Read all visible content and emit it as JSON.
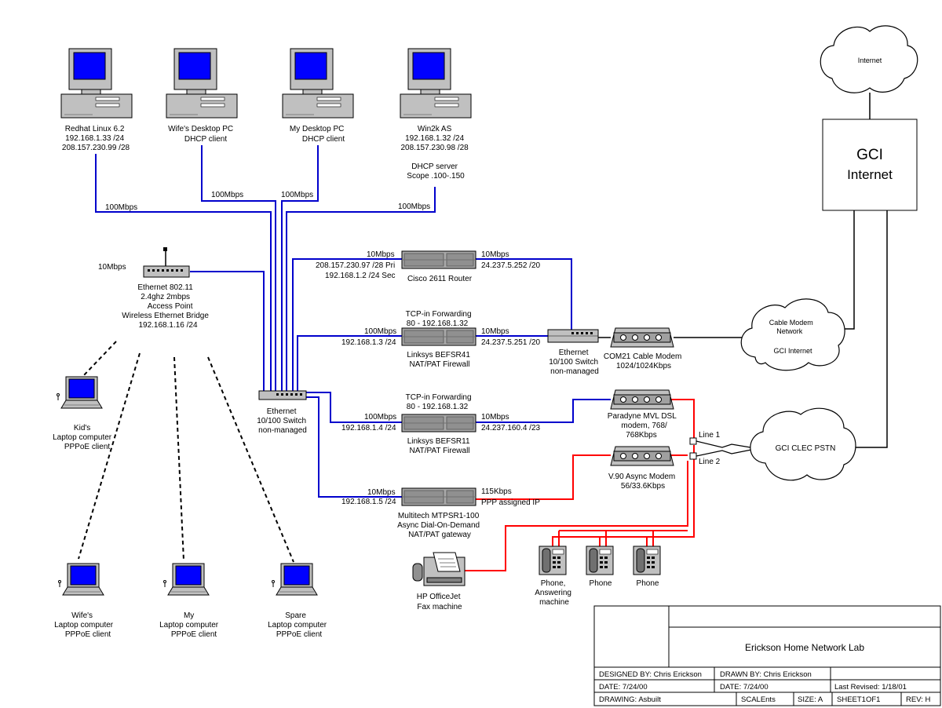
{
  "colors": {
    "ethernet": "#0000cc",
    "phone": "#ff0000",
    "wan": "#000000",
    "monitor_screen": "#0000ff",
    "device": "#c0c0c0"
  },
  "computers": [
    {
      "lines": [
        "Redhat Linux 6.2",
        "192.168.1.33 /24",
        "208.157.230.99 /28"
      ],
      "speed": "100Mbps"
    },
    {
      "lines": [
        "Wife's Desktop PC",
        "DHCP client"
      ],
      "speed": "100Mbps"
    },
    {
      "lines": [
        "My Desktop PC",
        "DHCP client"
      ],
      "speed": "100Mbps"
    },
    {
      "lines": [
        "Win2k AS",
        "192.168.1.32 /24",
        "208.157.230.98 /28",
        "",
        "DHCP server",
        "Scope .100-.150"
      ],
      "speed": "100Mbps"
    }
  ],
  "access_point": {
    "lines": [
      "Ethernet 802.11",
      "2.4ghz 2mbps",
      "Access Point",
      "Wireless Ethernet Bridge",
      "192.168.1.16 /24"
    ],
    "speed": "10Mbps"
  },
  "main_switch": {
    "lines": [
      "Ethernet",
      "10/100 Switch",
      "non-managed"
    ]
  },
  "router": {
    "label": "Cisco 2611 Router",
    "left_speed": "10Mbps",
    "left_ips": [
      "208.157.230.97 /28 Pri",
      "192.168.1.2 /24 Sec"
    ],
    "right_speed": "10Mbps",
    "right_ip": "24.237.5.252 /20"
  },
  "befsr41": {
    "top": [
      "TCP-in Forwarding",
      "80 - 192.168.1.32"
    ],
    "label": [
      "Linksys BEFSR41",
      "NAT/PAT Firewall"
    ],
    "left_speed": "100Mbps",
    "left_ip": "192.168.1.3 /24",
    "right_speed": "10Mbps",
    "right_ip": "24.237.5.251 /20"
  },
  "befsr11": {
    "top": [
      "TCP-in Forwarding",
      "80 - 192.168.1.32"
    ],
    "label": [
      "Linksys BEFSR11",
      "NAT/PAT Firewall"
    ],
    "left_speed": "100Mbps",
    "left_ip": "192.168.1.4 /24",
    "right_speed": "10Mbps",
    "right_ip": "24.237.160.4 /23"
  },
  "multitech": {
    "label": [
      "Multitech MTPSR1-100",
      "Async Dial-On-Demand",
      "NAT/PAT gateway"
    ],
    "left_speed": "10Mbps",
    "left_ip": "192.168.1.5 /24",
    "right_speed": "115Kbps",
    "right_ip": "PPP assigned IP"
  },
  "small_switch": {
    "lines": [
      "Ethernet",
      "10/100 Switch",
      "non-managed"
    ]
  },
  "cable_modem": {
    "lines": [
      "COM21 Cable Modem",
      "1024/1024Kbps"
    ]
  },
  "dsl_modem": {
    "lines": [
      "Paradyne MVL DSL",
      "modem, 768/",
      "768Kbps"
    ]
  },
  "v90_modem": {
    "lines": [
      "V.90 Async Modem",
      "56/33.6Kbps"
    ]
  },
  "clouds": {
    "internet": "Internet",
    "cable": [
      "Cable Modem",
      "Network",
      "",
      "GCI Internet"
    ],
    "pstn": "GCI CLEC PSTN"
  },
  "gci_box": [
    "GCI",
    "Internet"
  ],
  "lines": {
    "line1": "Line 1",
    "line2": "Line 2"
  },
  "laptops": [
    {
      "lines": [
        "Kid's",
        "Laptop computer",
        "PPPoE client"
      ]
    },
    {
      "lines": [
        "Wife's",
        "Laptop computer",
        "PPPoE client"
      ]
    },
    {
      "lines": [
        "My",
        "Laptop computer",
        "PPPoE client"
      ]
    },
    {
      "lines": [
        "Spare",
        "Laptop computer",
        "PPPoE client"
      ]
    }
  ],
  "fax": {
    "lines": [
      "HP OfficeJet",
      "Fax machine"
    ]
  },
  "phones": [
    {
      "lines": [
        "Phone,",
        "Answering",
        "machine"
      ]
    },
    {
      "lines": [
        "Phone"
      ]
    },
    {
      "lines": [
        "Phone"
      ]
    }
  ],
  "title_block": {
    "title": "Erickson Home Network Lab",
    "designed_by": "DESIGNED BY: Chris Erickson",
    "drawn_by": "DRAWN BY: Chris Erickson",
    "date1": "DATE: 7/24/00",
    "date2": "DATE: 7/24/00",
    "last_revised": "Last Revised: 1/18/01",
    "drawing": "DRAWING: Asbuilt",
    "scale": "SCALEnts",
    "size": "SIZE: A",
    "sheet": "SHEET1OF1",
    "rev": "REV: H"
  }
}
